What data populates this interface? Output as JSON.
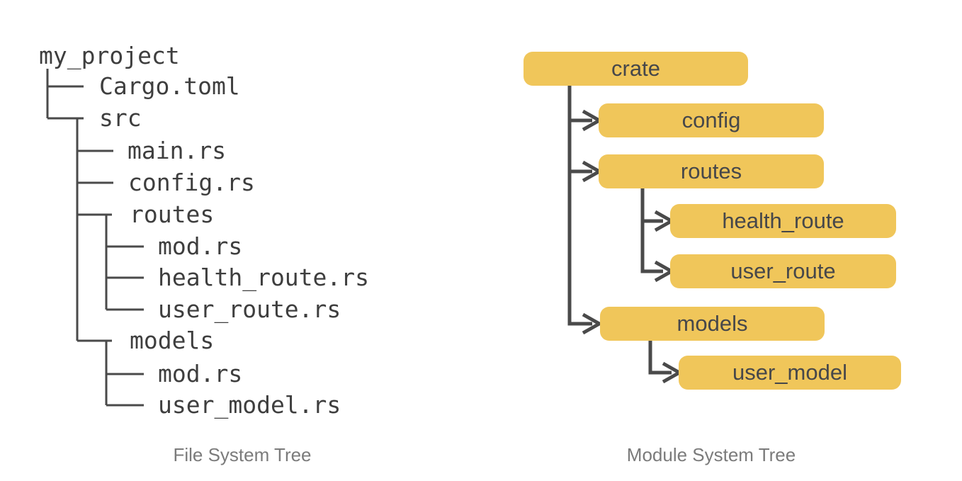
{
  "file_tree": {
    "caption": "File System Tree",
    "nodes": [
      {
        "id": "my_project",
        "label": "my_project",
        "depth": 0
      },
      {
        "id": "cargo_toml",
        "label": "Cargo.toml",
        "depth": 1
      },
      {
        "id": "src",
        "label": "src",
        "depth": 1
      },
      {
        "id": "main_rs",
        "label": "main.rs",
        "depth": 2
      },
      {
        "id": "config_rs",
        "label": "config.rs",
        "depth": 2
      },
      {
        "id": "routes",
        "label": "routes",
        "depth": 2
      },
      {
        "id": "routes_mod_rs",
        "label": "mod.rs",
        "depth": 3
      },
      {
        "id": "health_route_rs",
        "label": "health_route.rs",
        "depth": 3
      },
      {
        "id": "user_route_rs",
        "label": "user_route.rs",
        "depth": 3
      },
      {
        "id": "models",
        "label": "models",
        "depth": 2
      },
      {
        "id": "models_mod_rs",
        "label": "mod.rs",
        "depth": 3
      },
      {
        "id": "user_model_rs",
        "label": "user_model.rs",
        "depth": 3
      }
    ]
  },
  "module_tree": {
    "caption": "Module System Tree",
    "nodes": [
      {
        "id": "crate",
        "label": "crate",
        "parent": null
      },
      {
        "id": "config",
        "label": "config",
        "parent": "crate"
      },
      {
        "id": "routes",
        "label": "routes",
        "parent": "crate"
      },
      {
        "id": "health_route",
        "label": "health_route",
        "parent": "routes"
      },
      {
        "id": "user_route",
        "label": "user_route",
        "parent": "routes"
      },
      {
        "id": "models",
        "label": "models",
        "parent": "crate"
      },
      {
        "id": "user_model",
        "label": "user_model",
        "parent": "models"
      }
    ]
  },
  "colors": {
    "box_fill": "#f0c65a",
    "box_text": "#46474a",
    "connector_line": "#4a4a4a",
    "tree_text": "#3e3e3e",
    "caption_text": "#7b7b7b",
    "background": "#ffffff"
  }
}
